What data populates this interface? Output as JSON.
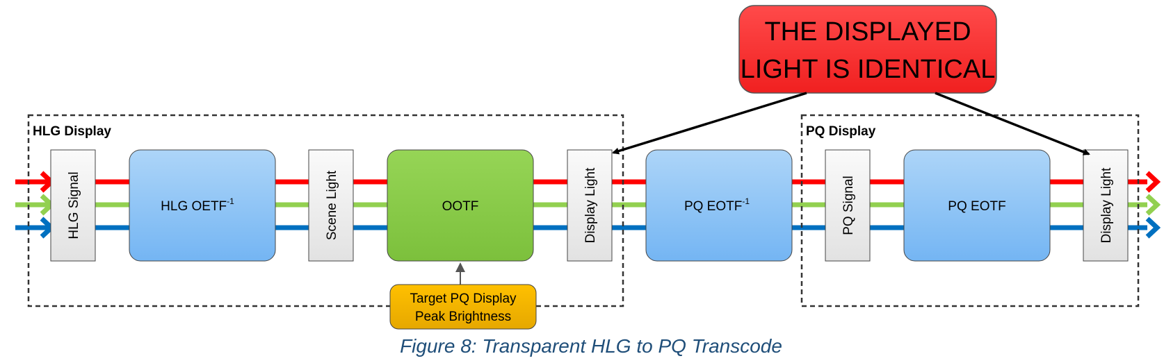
{
  "callout": {
    "line1": "THE DISPLAYED",
    "line2": "LIGHT IS IDENTICAL"
  },
  "groups": {
    "hlg": "HLG Display",
    "pq": "PQ Display"
  },
  "blocks": {
    "hlg_signal": "HLG Signal",
    "hlg_oetf_inv": "HLG OETF",
    "hlg_oetf_inv_sup": "-1",
    "scene_light": "Scene Light",
    "ootf": "OOTF",
    "display_light_1": "Display Light",
    "pq_eotf_inv": "PQ EOTF",
    "pq_eotf_inv_sup": "-1",
    "pq_signal": "PQ Signal",
    "pq_eotf": "PQ EOTF",
    "display_light_2": "Display Light",
    "target_line1": "Target PQ Display",
    "target_line2": "Peak Brightness"
  },
  "caption": "Figure 8: Transparent HLG to PQ Transcode",
  "colors": {
    "red": "#ff0000",
    "green": "#92d050",
    "blue": "#0070c0",
    "callout_fill": "#ff3b3b",
    "blue_box_top": "#a9d2f7",
    "blue_box_bottom": "#7ab8f5",
    "green_box": "#8fce4e",
    "yellow_box": "#f5b800",
    "caption": "#1f4e79"
  }
}
